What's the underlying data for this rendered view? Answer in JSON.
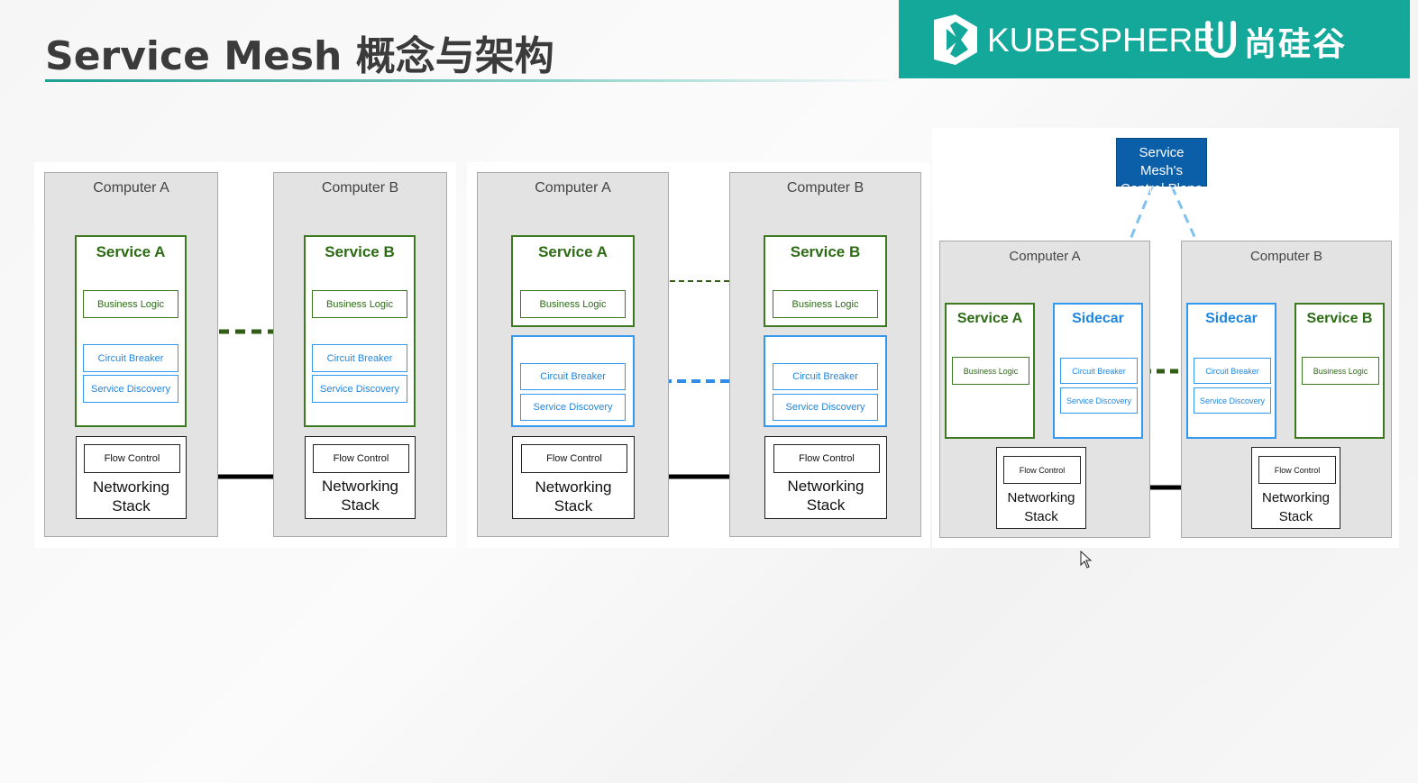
{
  "slide": {
    "title": "Service Mesh 概念与架构"
  },
  "brand": {
    "name": "KUBESPHERE",
    "partner": "尚硅谷",
    "color": "#13a89a"
  },
  "colors": {
    "service_green": "#3d7a1f",
    "sidecar_blue": "#3399ee",
    "control_plane": "#0b5ea8"
  },
  "diagram1": {
    "computer_a": "Computer A",
    "computer_b": "Computer B",
    "service_a": "Service A",
    "service_b": "Service B",
    "business_logic": "Business Logic",
    "circuit_breaker": "Circuit Breaker",
    "service_discovery": "Service Discovery",
    "flow_control": "Flow Control",
    "networking": "Networking",
    "stack": "Stack"
  },
  "diagram2": {
    "computer_a": "Computer A",
    "computer_b": "Computer B",
    "service_a": "Service A",
    "service_b": "Service B",
    "business_logic": "Business Logic",
    "circuit_breaker": "Circuit Breaker",
    "service_discovery": "Service Discovery",
    "flow_control": "Flow Control",
    "networking": "Networking",
    "stack": "Stack"
  },
  "diagram3": {
    "control_plane_line1": "Service Mesh's",
    "control_plane_line2": "Control Plane",
    "computer_a": "Computer A",
    "computer_b": "Computer B",
    "service_a": "Service A",
    "service_b": "Service B",
    "sidecar": "Sidecar",
    "business_logic": "Business Logic",
    "circuit_breaker": "Circuit Breaker",
    "service_discovery": "Service Discovery",
    "flow_control": "Flow Control",
    "networking": "Networking",
    "stack": "Stack"
  }
}
